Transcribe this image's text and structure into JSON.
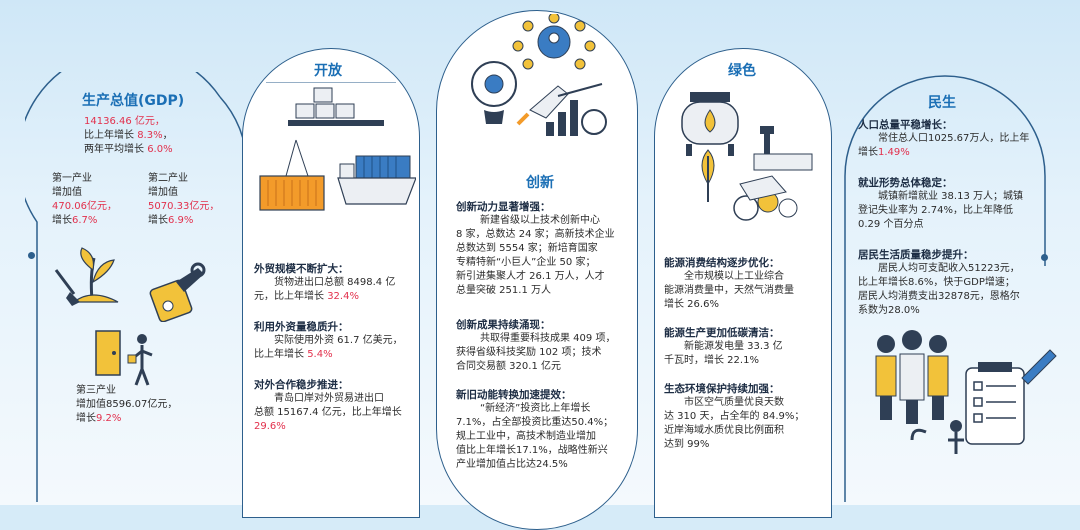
{
  "gdp": {
    "title": "生产总值(GDP)",
    "total_a": "14136.46 亿元，",
    "total_b": "比上年增长 ",
    "total_b_v": "8.3%",
    "total_b_c": "，",
    "total_c": "两年平均增长 ",
    "total_c_v": "6.0%",
    "p1_l1": "第一产业",
    "p1_l2": "增加值",
    "p1_l3": "470.06亿元，",
    "p1_l4a": "增长",
    "p1_l4b": "6.7%",
    "p2_l1": "第二产业",
    "p2_l2": "增加值",
    "p2_l3": "5070.33亿元，",
    "p2_l4a": "增长",
    "p2_l4b": "6.9%",
    "p3_l1": "第三产业",
    "p3_l2": "增加值8596.07亿元，",
    "p3_l3a": "增长",
    "p3_l3b": "9.2%"
  },
  "open": {
    "title": "开放",
    "s1_head": "外贸规模不断扩大：",
    "s1_l1": "货物进出口总额 8498.4 亿",
    "s1_l2a": "元，比上年增长 ",
    "s1_l2b": "32.4%",
    "s2_head": "利用外资量稳质升：",
    "s2_l1": "实际使用外资 61.7 亿美元，",
    "s2_l2a": "比上年增长 ",
    "s2_l2b": "5.4%",
    "s3_head": "对外合作稳步推进：",
    "s3_l1": "青岛口岸对外贸易进出口",
    "s3_l2": "总额 15167.4 亿元，比上年增长",
    "s3_l3": "29.6%"
  },
  "innovation": {
    "title": "创新",
    "s1_head": "创新动力显著增强：",
    "s1_l1": "新建省级以上技术创新中心",
    "s1_l2": "8 家，总数达 24 家；高新技术企业",
    "s1_l3": "总数达到 5554 家；新培育国家",
    "s1_l4": "专精特新“小巨人”企业 50 家；",
    "s1_l5": "新引进集聚人才 26.1 万人，人才",
    "s1_l6": "总量突破 251.1 万人",
    "s2_head": "创新成果持续涌现：",
    "s2_l1": "共取得重要科技成果 409 项，",
    "s2_l2": "获得省级科技奖励 102 项；技术",
    "s2_l3": "合同交易额 320.1 亿元",
    "s3_head": "新旧动能转换加速提效：",
    "s3_l1": "“新经济”投资比上年增长",
    "s3_l2": "7.1%，占全部投资比重达50.4%；",
    "s3_l3": "规上工业中，高技术制造业增加",
    "s3_l4": "值比上年增长17.1%，战略性新兴",
    "s3_l5": "产业增加值占比达24.5%"
  },
  "green": {
    "title": "绿色",
    "s1_head": "能源消费结构逐步优化：",
    "s1_l1": "全市规模以上工业综合",
    "s1_l2": "能源消费量中，天然气消费量",
    "s1_l3": "增长 26.6%",
    "s2_head": "能源生产更加低碳清洁：",
    "s2_l1": "新能源发电量 33.3 亿",
    "s2_l2": "千瓦时，增长 22.1%",
    "s3_head": "生态环境保护持续加强：",
    "s3_l1": "市区空气质量优良天数",
    "s3_l2": "达 310 天，占全年的 84.9%；",
    "s3_l3": "近岸海域水质优良比例面积",
    "s3_l4": "达到 99%"
  },
  "livelihood": {
    "title": "民生",
    "s1_head": "人口总量平稳增长：",
    "s1_l1": "常住总人口1025.67万人，比上年",
    "s1_l2a": "增长",
    "s1_l2b": "1.49%",
    "s2_head": "就业形势总体稳定：",
    "s2_l1": "城镇新增就业 38.13 万人；城镇",
    "s2_l2": "登记失业率为 2.74%，比上年降低",
    "s2_l3": "0.29 个百分点",
    "s3_head": "居民生活质量稳步提升：",
    "s3_l1": "居民人均可支配收入51223元，",
    "s3_l2": "比上年增长8.6%，快于GDP增速；",
    "s3_l3": "居民人均消费支出32878元，恩格尔",
    "s3_l4": "系数为28.0%"
  },
  "colors": {
    "accent": "#1b6fb5",
    "highlight": "#e2304c",
    "border": "#2d5f8c"
  }
}
